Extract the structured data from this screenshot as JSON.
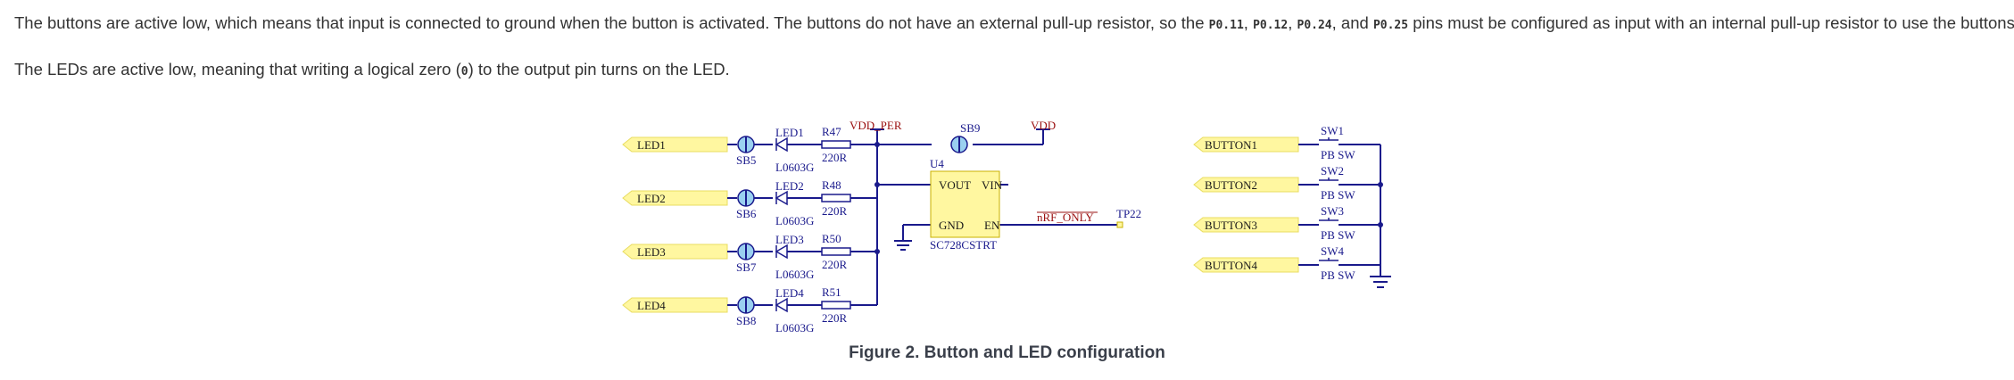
{
  "paragraph1": {
    "before": "The buttons are active low, which means that input is connected to ground when the button is activated. The buttons do not have an external pull-up resistor, so the ",
    "pin1": "P0.11",
    "sep1": ", ",
    "pin2": "P0.12",
    "sep2": ", ",
    "pin3": "P0.24",
    "sep3": ", and ",
    "pin4": "P0.25",
    "after": " pins must be configured as input with an internal pull-up resistor to use the buttons."
  },
  "paragraph2": {
    "before": "The LEDs are active low, meaning that writing a logical zero (",
    "code": "0",
    "after": ") to the output pin turns on the LED."
  },
  "schematic": {
    "led_nets": [
      "LED1",
      "LED2",
      "LED3",
      "LED4"
    ],
    "solder_bridges": [
      "SB5",
      "SB6",
      "SB7",
      "SB8"
    ],
    "leds": [
      "LED1",
      "LED2",
      "LED3",
      "LED4"
    ],
    "led_footprint": "L0603G",
    "resistors": [
      "R47",
      "R48",
      "R50",
      "R51"
    ],
    "resistor_value": "220R",
    "vdd_per": "VDD_PER",
    "sb9": "SB9",
    "vdd": "VDD",
    "u4": "U4",
    "pin_vout": "VOUT",
    "pin_vin": "VIN",
    "pin_gnd": "GND",
    "pin_en": "EN",
    "ic_part": "SC728CSTRT",
    "nrf_only": "nRF_ONLY",
    "tp22": "TP22",
    "button_nets": [
      "BUTTON1",
      "BUTTON2",
      "BUTTON3",
      "BUTTON4"
    ],
    "switches": [
      "SW1",
      "SW2",
      "SW3",
      "SW4"
    ],
    "switch_type": "PB SW"
  },
  "caption": "Figure 2. Button and LED configuration",
  "colors": {
    "wire": "#1a1a8c",
    "label_text": "#7a1010",
    "net_fill": "#fff7a0",
    "ic_fill": "#fff7a0"
  }
}
